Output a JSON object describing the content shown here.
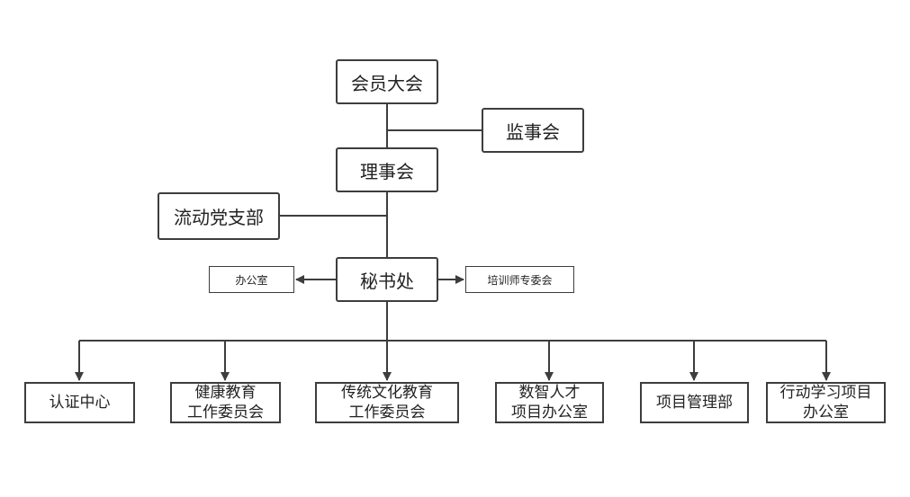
{
  "org_chart": {
    "general_assembly": "会员大会",
    "supervisory_board": "监事会",
    "council": "理事会",
    "party_branch": "流动党支部",
    "secretariat": "秘书处",
    "office": "办公室",
    "trainer_committee": "培训师专委会",
    "departments": [
      "认证中心",
      "健康教育\n工作委员会",
      "传统文化教育\n工作委员会",
      "数智人才\n项目办公室",
      "项目管理部",
      "行动学习项目\n办公室"
    ]
  },
  "colors": {
    "line": "#3d3d3d",
    "box_border": "#3d3d3d",
    "background": "#ffffff"
  }
}
